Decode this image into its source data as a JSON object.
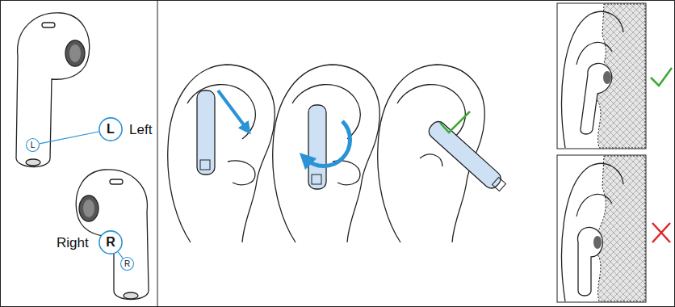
{
  "diagram": {
    "nodes": [
      {
        "text": [
          "L"
        ]
      },
      {
        "text": [
          "L"
        ]
      },
      {
        "text": [
          "R"
        ]
      },
      {
        "text": [
          "R"
        ]
      }
    ],
    "edges": [
      {
        "from": 1,
        "to": 0,
        "arrow": "none"
      },
      {
        "from": 3,
        "to": 2,
        "arrow": "none"
      }
    ],
    "labels": [
      "Left",
      "Right"
    ]
  }
}
